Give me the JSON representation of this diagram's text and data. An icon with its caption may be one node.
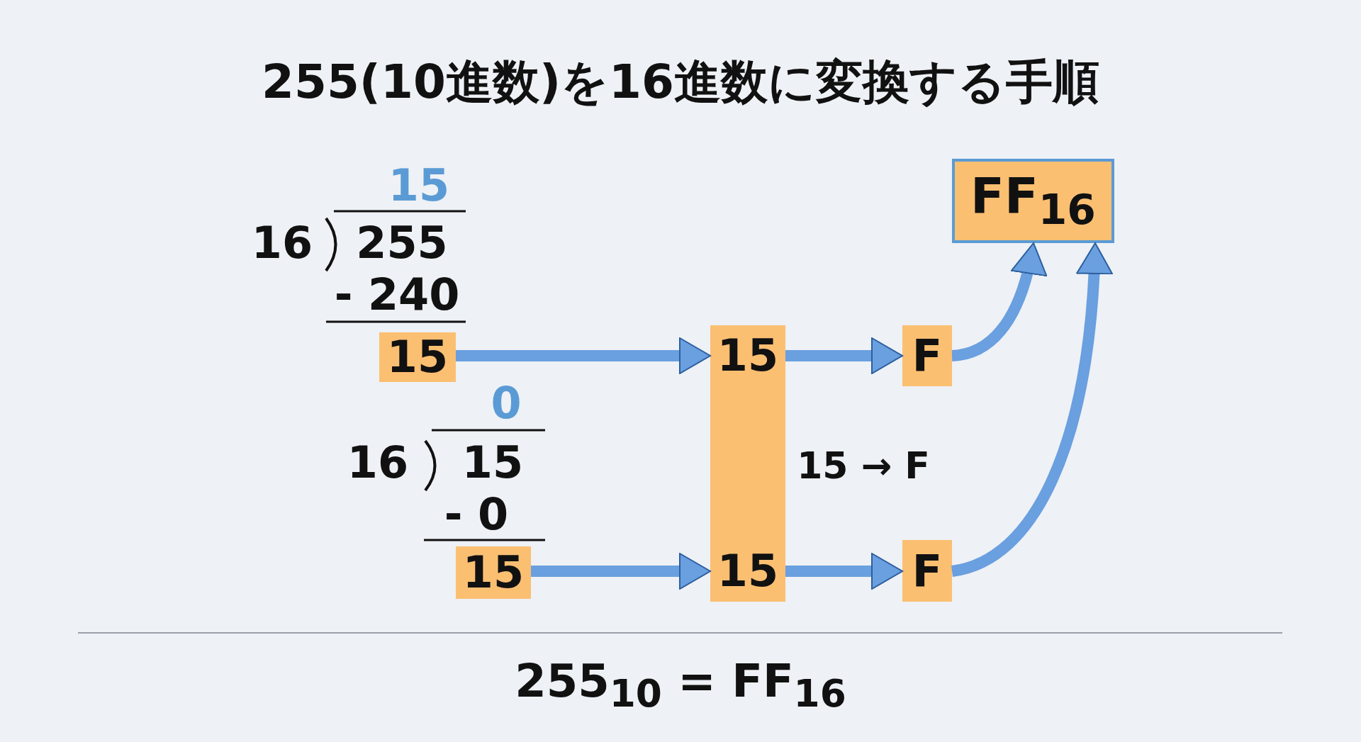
{
  "diagram": {
    "title": "255(10進数)を16進数に変換する手順",
    "nodes": [
      {
        "text": [
          "15"
        ]
      },
      {
        "text": [
          "15",
          "15"
        ]
      },
      {
        "text": [
          "F"
        ]
      },
      {
        "text": [
          "FF$_{16}$"
        ]
      },
      {
        "text": [
          "15"
        ]
      },
      {
        "text": [
          "F"
        ]
      }
    ],
    "edges": [
      {
        "from": 0,
        "to": 1,
        "arrow": "to"
      },
      {
        "from": 1,
        "to": 2,
        "arrow": "to"
      },
      {
        "from": 2,
        "to": 3,
        "arrow": "to"
      },
      {
        "from": 4,
        "to": 1,
        "arrow": "to"
      },
      {
        "from": 1,
        "to": 5,
        "arrow": "to"
      },
      {
        "from": 5,
        "to": 3,
        "arrow": "to"
      }
    ],
    "labels": [
      "15",
      "16",
      "255",
      "- 240",
      "0",
      "16",
      "15",
      "- 0",
      "15 → F",
      "255$_{10}$ = FF$_{16}$"
    ]
  }
}
